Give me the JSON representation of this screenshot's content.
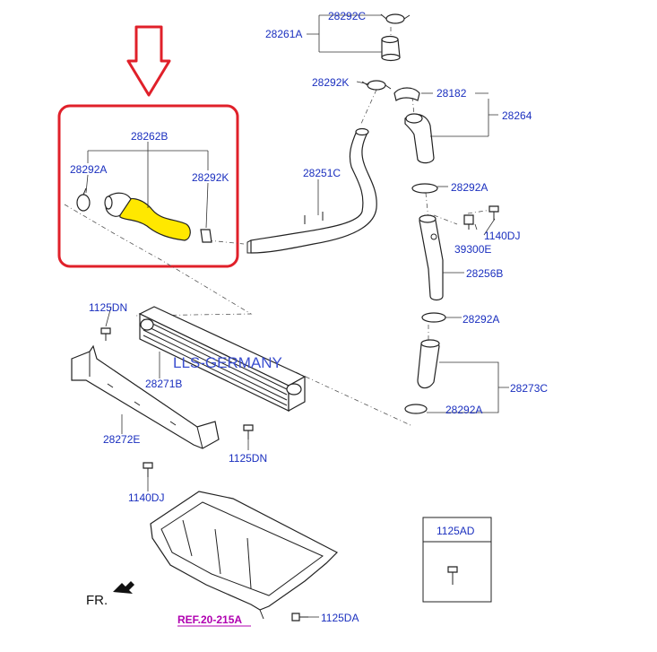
{
  "labels": {
    "p28292C": "28292C",
    "p28261A": "28261A",
    "p28292K_top": "28292K",
    "p28182": "28182",
    "p28264": "28264",
    "p28262B": "28262B",
    "p28292A_left": "28292A",
    "p28292K_left": "28292K",
    "p28251C": "28251C",
    "p28292A_r1": "28292A",
    "p1140DJ_r": "1140DJ",
    "p39300E": "39300E",
    "p28256B": "28256B",
    "p1125DN_l": "1125DN",
    "p28292A_r2": "28292A",
    "p28271B": "28271B",
    "p28273C": "28273C",
    "p28292A_r3": "28292A",
    "p28272E": "28272E",
    "p1125DN_b": "1125DN",
    "p1140DJ_b": "1140DJ",
    "p1125AD_box": "1125AD",
    "ref": "REF.20-215A",
    "p1125DA": "1125DA",
    "fr": "FR.",
    "watermark": "LLS-GERMANY"
  },
  "colors": {
    "label": "#1a2fbf",
    "highlight_frame": "#e0202a",
    "highlight_part": "#ffe800",
    "arrow": "#e0202a",
    "ref": "#b000b0"
  },
  "icons": {
    "arrow": "down-arrow-icon",
    "front": "front-direction-icon"
  }
}
